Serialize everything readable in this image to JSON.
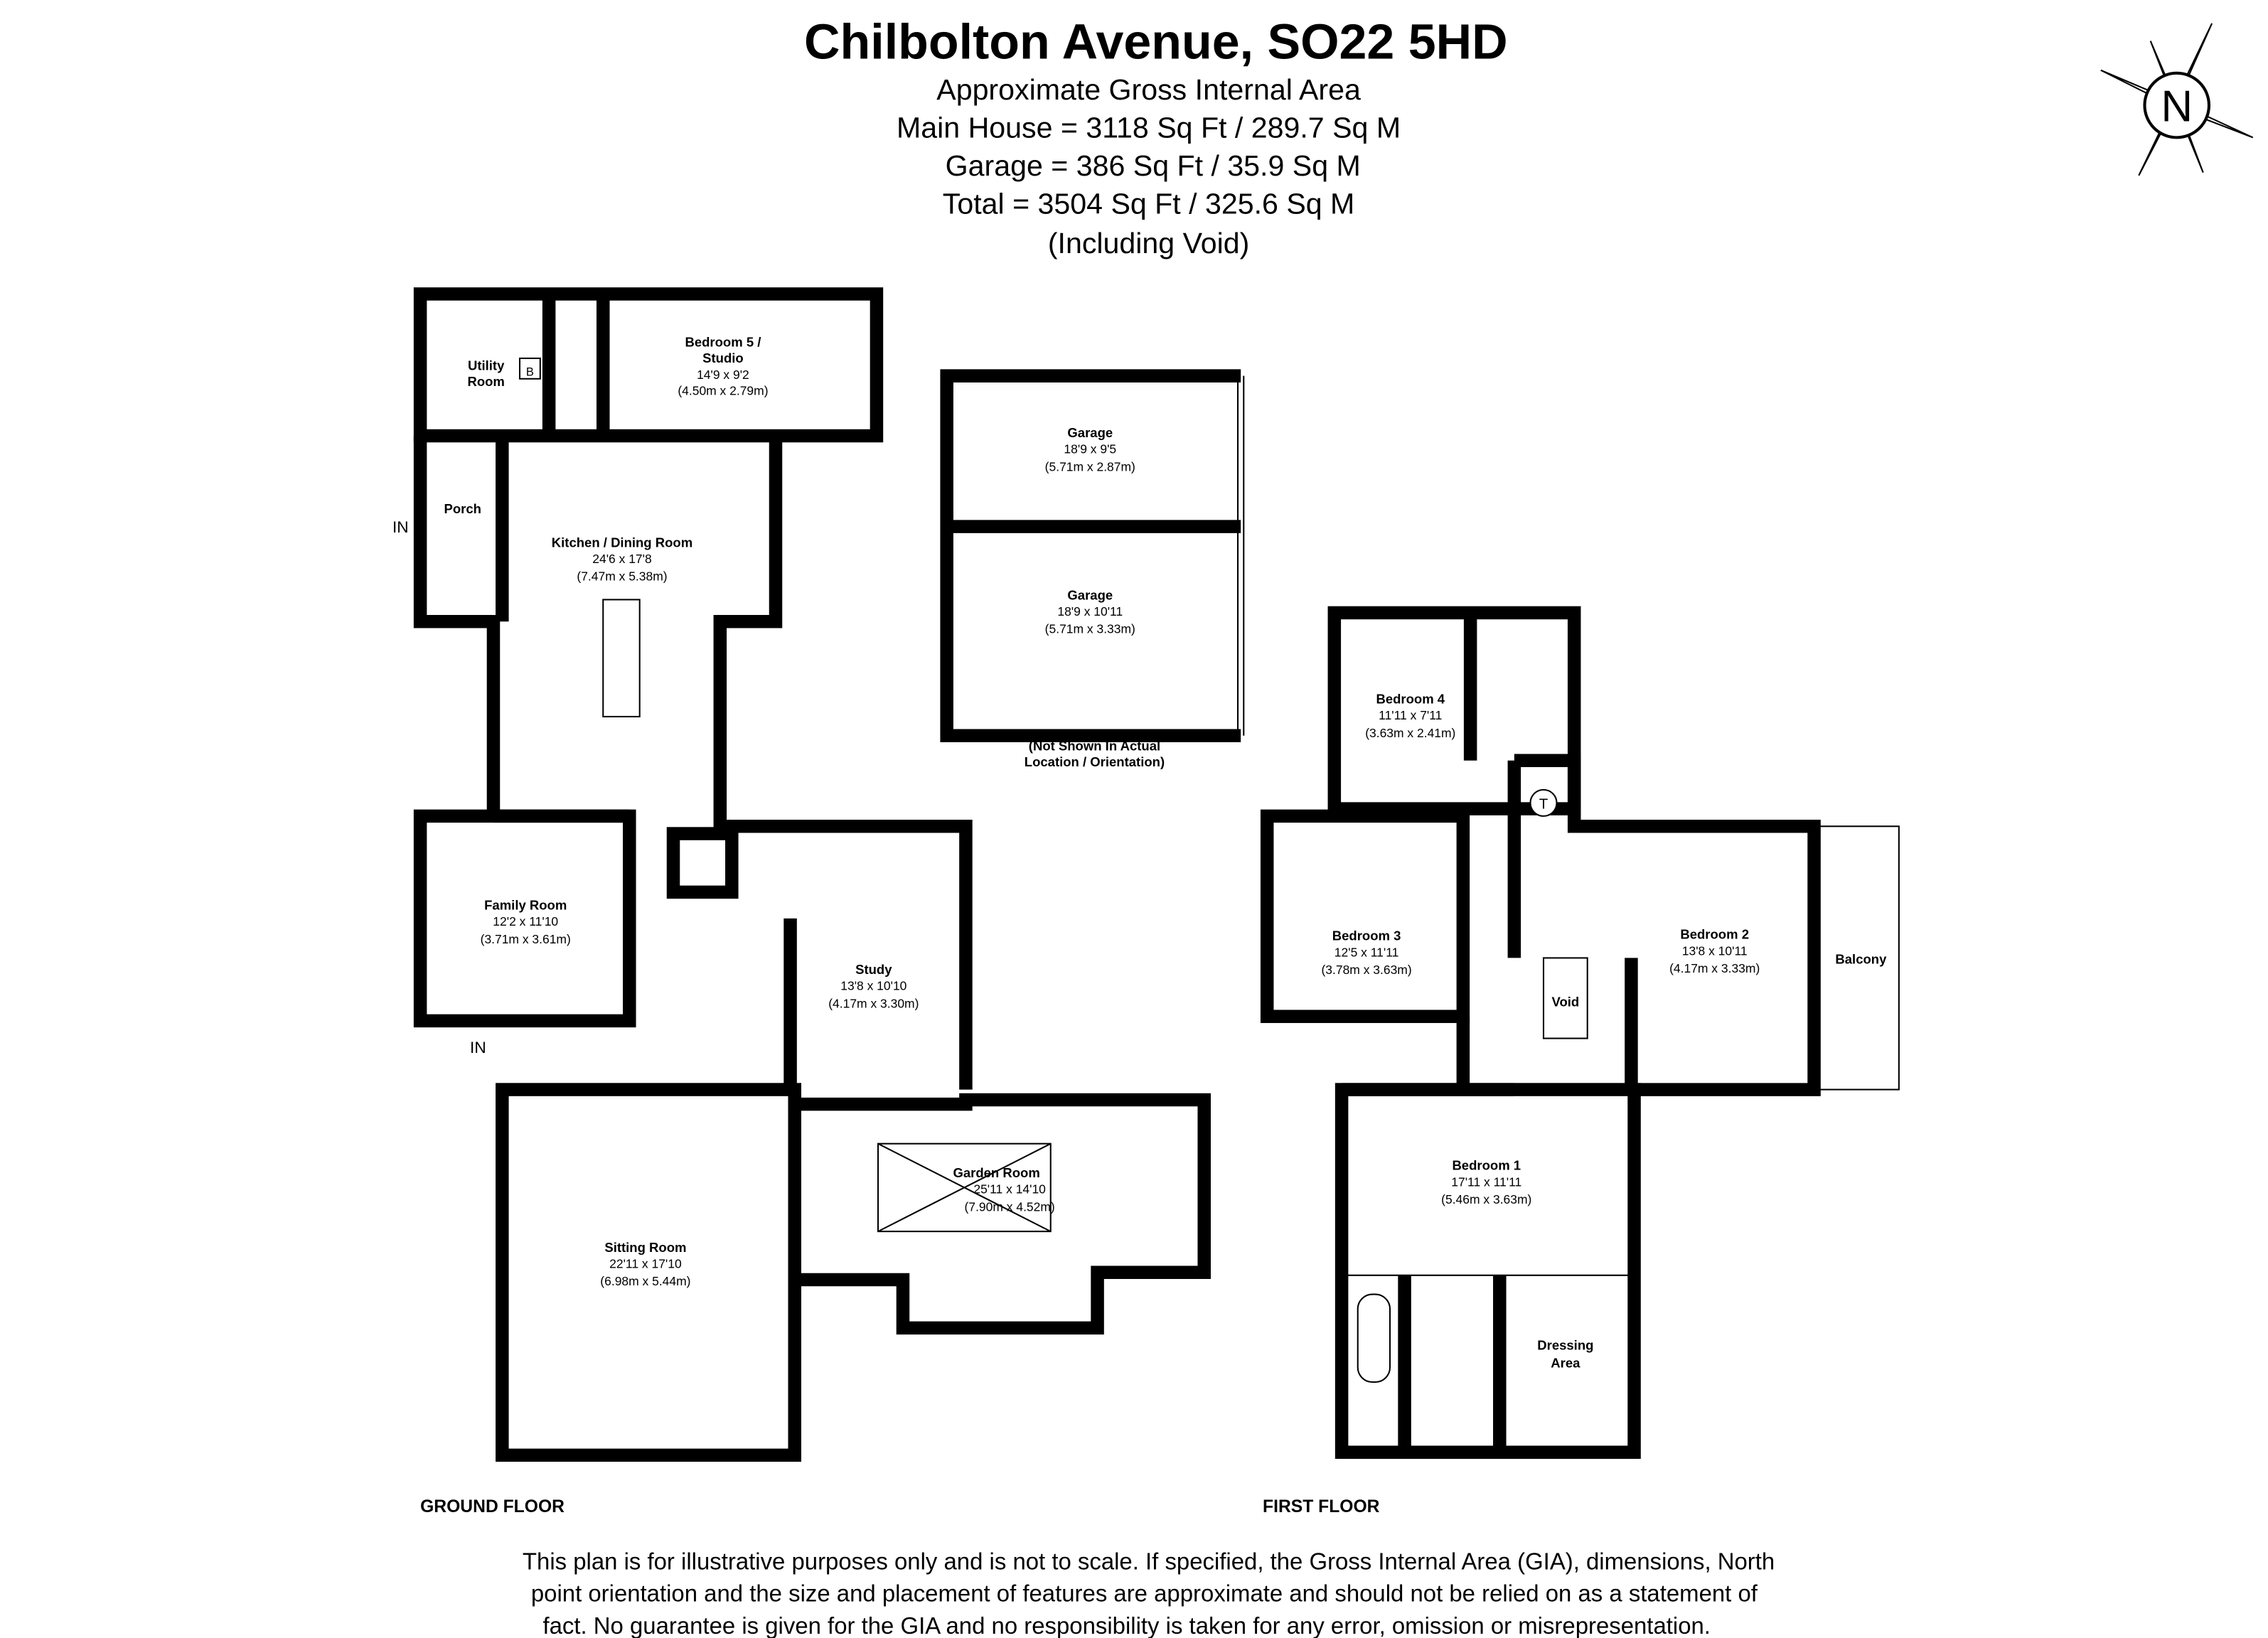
{
  "header": {
    "title": "Chilbolton Avenue, SO22 5HD",
    "line1": "Approximate Gross Internal Area",
    "line2": "Main House = 3118 Sq Ft / 289.7 Sq M",
    "line3": "Garage = 386 Sq Ft / 35.9 Sq M",
    "line4": "Total = 3504 Sq Ft / 325.6 Sq M",
    "line5": "(Including Void)"
  },
  "compass": {
    "label": "N",
    "icon": "north-compass-icon"
  },
  "ground_floor": {
    "label": "GROUND FLOOR",
    "entrance_label": "IN",
    "rooms": [
      {
        "name": "Utility\nRoom",
        "l1": "Utility",
        "l2": "Room"
      },
      {
        "l1": "Bedroom 5 /",
        "l2": "Studio",
        "imperial": "14'9 x 9'2",
        "metric": "(4.50m x 2.79m)"
      },
      {
        "l1": "Porch"
      },
      {
        "l1": "Kitchen / Dining Room",
        "imperial": "24'6 x 17'8",
        "metric": "(7.47m x 5.38m)"
      },
      {
        "l1": "Family Room",
        "imperial": "12'2 x 11'10",
        "metric": "(3.71m x 3.61m)"
      },
      {
        "l1": "Study",
        "imperial": "13'8 x 10'10",
        "metric": "(4.17m x 3.30m)"
      },
      {
        "l1": "Sitting Room",
        "imperial": "22'11 x 17'10",
        "metric": "(6.98m x 5.44m)"
      },
      {
        "l1": "Garden Room",
        "imperial": "25'11 x 14'10",
        "metric": "(7.90m x 4.52m)"
      }
    ],
    "boiler_label": "B"
  },
  "garage": {
    "rooms": [
      {
        "l1": "Garage",
        "imperial": "18'9 x 9'5",
        "metric": "(5.71m x 2.87m)"
      },
      {
        "l1": "Garage",
        "imperial": "18'9 x 10'11",
        "metric": "(5.71m x 3.33m)"
      }
    ],
    "note1": "(Not Shown In Actual",
    "note2": "Location / Orientation)"
  },
  "first_floor": {
    "label": "FIRST FLOOR",
    "tank_label": "T",
    "rooms": [
      {
        "l1": "Bedroom 4",
        "imperial": "11'11 x 7'11",
        "metric": "(3.63m x 2.41m)"
      },
      {
        "l1": "Bedroom 3",
        "imperial": "12'5 x 11'11",
        "metric": "(3.78m x 3.63m)"
      },
      {
        "l1": "Bedroom 2",
        "imperial": "13'8 x 10'11",
        "metric": "(4.17m x 3.33m)"
      },
      {
        "l1": "Balcony"
      },
      {
        "l1": "Void"
      },
      {
        "l1": "Bedroom 1",
        "imperial": "17'11 x 11'11",
        "metric": "(5.46m x 3.63m)"
      },
      {
        "l1": "Dressing",
        "l2": "Area"
      }
    ]
  },
  "disclaimer": {
    "line1": "This plan is for illustrative purposes only and is not to scale. If specified, the Gross Internal Area (GIA), dimensions, North",
    "line2": "point orientation and the size and placement of features are approximate and should not be relied on as a statement of",
    "line3": "fact. No guarantee is given for the GIA and no responsibility is taken for any error, omission or misrepresentation."
  }
}
